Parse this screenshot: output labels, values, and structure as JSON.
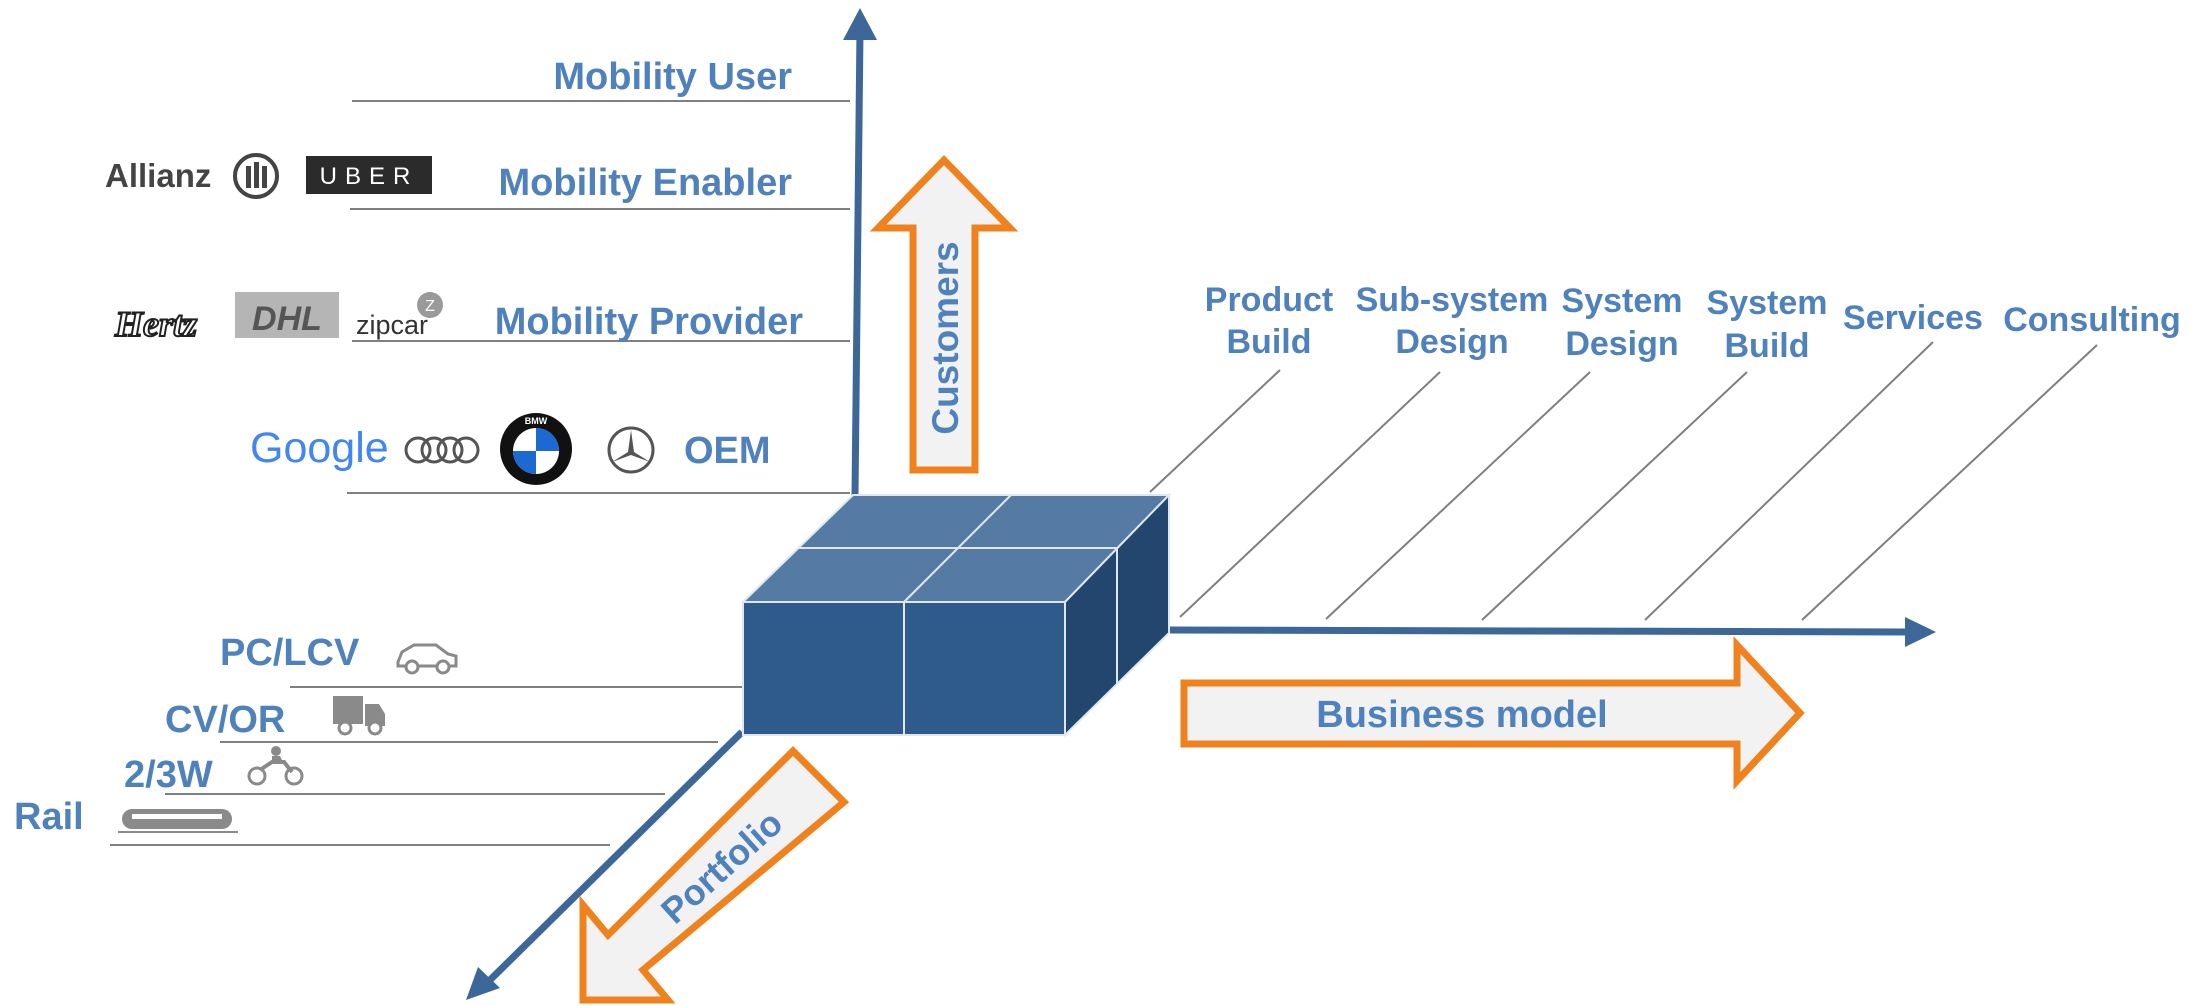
{
  "axes": {
    "customers": "Customers",
    "business_model": "Business model",
    "portfolio": "Portfolio"
  },
  "customer_levels": [
    {
      "label": "Mobility User"
    },
    {
      "label": "Mobility Enabler",
      "logos": [
        "Allianz",
        "UBER"
      ]
    },
    {
      "label": "Mobility Provider",
      "logos": [
        "Hertz",
        "DHL",
        "zipcar"
      ]
    },
    {
      "label": "OEM",
      "logos": [
        "Google",
        "Audi",
        "BMW",
        "Mercedes"
      ]
    }
  ],
  "portfolio_levels": [
    {
      "label": "PC/LCV",
      "icon": "car-icon"
    },
    {
      "label": "CV/OR",
      "icon": "truck-icon"
    },
    {
      "label": "2/3W",
      "icon": "motorbike-icon"
    },
    {
      "label": "Rail",
      "icon": "train-icon"
    }
  ],
  "business_levels": [
    {
      "line1": "Product",
      "line2": "Build"
    },
    {
      "line1": "Sub-system",
      "line2": "Design"
    },
    {
      "line1": "System",
      "line2": "Design"
    },
    {
      "line1": "System",
      "line2": "Build"
    },
    {
      "line1": "Services",
      "line2": ""
    },
    {
      "line1": "Consulting",
      "line2": ""
    }
  ],
  "logos": {
    "allianz": "Allianz",
    "uber": "UBER",
    "hertz": "Hertz",
    "dhl": "DHL",
    "zipcar": "zipcar",
    "google": "Google",
    "bmw": "BMW"
  },
  "colors": {
    "axis": "#3d6799",
    "label": "#4f81bd",
    "accent_arrow": "#f0821e",
    "cube_front": "#2f5a8c",
    "cube_top": "#557ba5",
    "cube_side": "#23466f"
  }
}
